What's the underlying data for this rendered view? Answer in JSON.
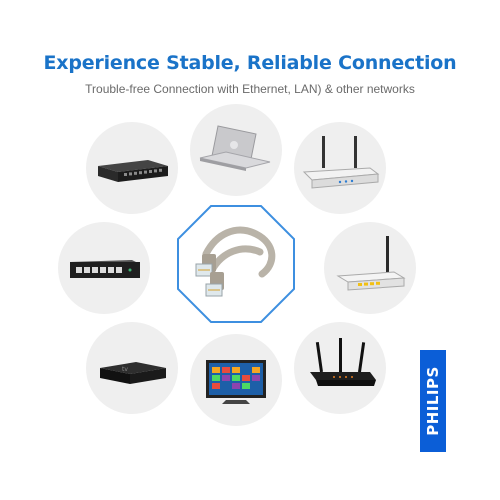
{
  "heading": "Experience Stable, Reliable Connection",
  "subheading": "Trouble-free Connection with Ethernet, LAN) & other networks",
  "brand": "PHILIPS",
  "colors": {
    "heading": "#1a73c8",
    "brand_bg": "#0b5ed7",
    "circle_bg": "#efefef",
    "octagon_stroke": "#3d8fe0"
  },
  "devices": [
    "network-switch-icon",
    "laptop-icon",
    "wifi-router-icon",
    "ethernet-switch-icon",
    "ethernet-cable-icon",
    "wireless-router-icon",
    "streaming-box-icon",
    "smart-tv-icon",
    "dual-band-router-icon"
  ]
}
